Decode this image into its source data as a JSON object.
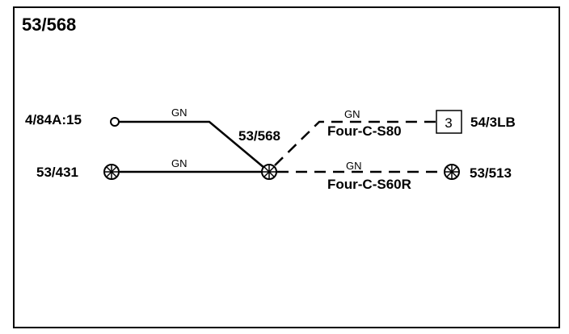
{
  "title": "53/568",
  "connectors": {
    "left_top": "4/84A:15",
    "left_bottom": "53/431",
    "center": "53/568",
    "right_top": "54/3LB",
    "right_bottom": "53/513",
    "box_number": "3"
  },
  "wires": {
    "left_top_color": "GN",
    "left_bottom_color": "GN",
    "right_top_color": "GN",
    "right_bottom_color": "GN"
  },
  "variants": {
    "top": "Four-C-S80",
    "bottom": "Four-C-S60R"
  }
}
